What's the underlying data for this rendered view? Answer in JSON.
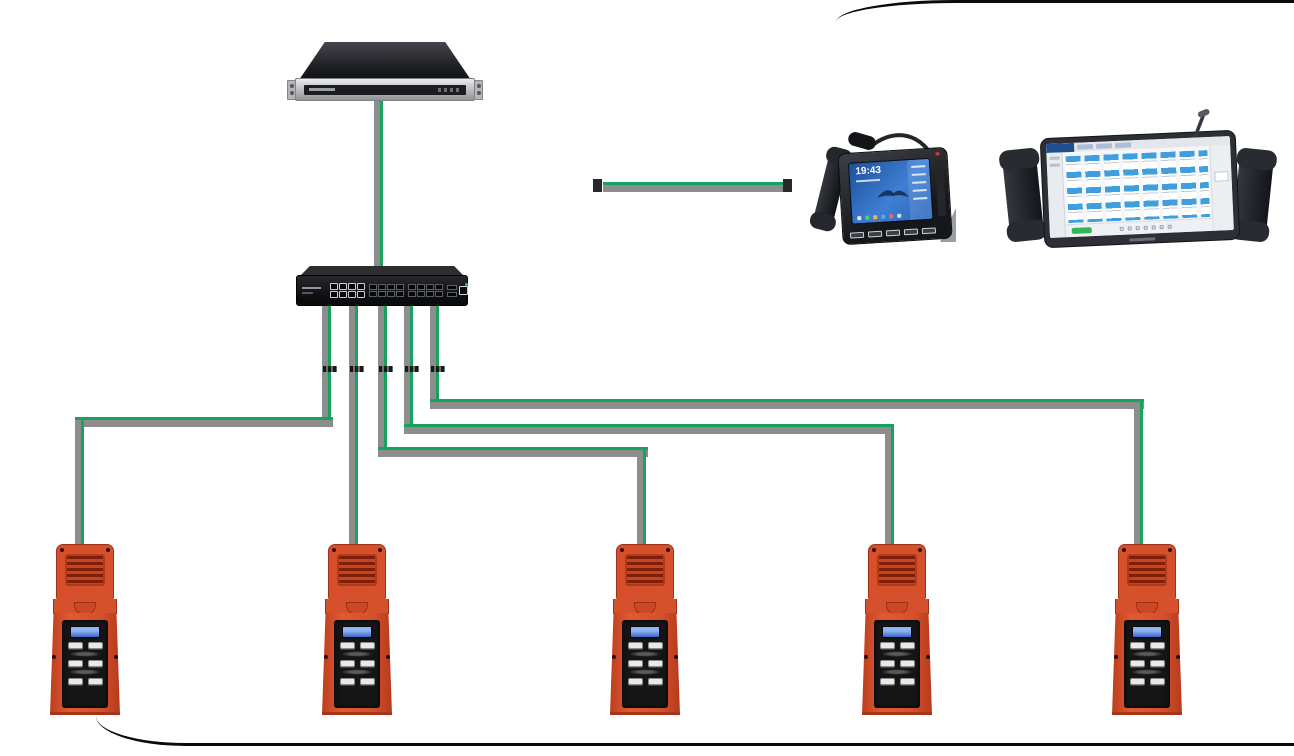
{
  "diagram": {
    "type": "network-topology",
    "background": "#ffffff",
    "palette": {
      "link_green": "#17a35d",
      "link_shadow_gray": "#8d8d8d",
      "terminal_red": "#d7502c",
      "device_dark": "#1a1b1f",
      "phone_screen_blue": "#2e6cc0",
      "console_key_blue": "#3e9ede"
    },
    "nodes": [
      {
        "id": "rack-server",
        "kind": "1u-rack-server"
      },
      {
        "id": "ethernet-switch",
        "kind": "rack-ethernet-switch"
      },
      {
        "id": "ip-phone",
        "kind": "gooseneck-desktop-ip-phone",
        "screen_time": "19:43"
      },
      {
        "id": "dispatch-console",
        "kind": "touchscreen-console-dual-handsets"
      },
      {
        "id": "terminal-1",
        "kind": "industrial-intercom-terminal"
      },
      {
        "id": "terminal-2",
        "kind": "industrial-intercom-terminal"
      },
      {
        "id": "terminal-3",
        "kind": "industrial-intercom-terminal"
      },
      {
        "id": "terminal-4",
        "kind": "industrial-intercom-terminal"
      },
      {
        "id": "terminal-5",
        "kind": "industrial-intercom-terminal"
      }
    ],
    "links": [
      {
        "from": "rack-server",
        "to": "ethernet-switch"
      },
      {
        "from": "ethernet-switch",
        "to": "terminal-1"
      },
      {
        "from": "ethernet-switch",
        "to": "terminal-2"
      },
      {
        "from": "ethernet-switch",
        "to": "terminal-3"
      },
      {
        "from": "ethernet-switch",
        "to": "terminal-4"
      },
      {
        "from": "ethernet-switch",
        "to": "terminal-5"
      },
      {
        "from": "lan",
        "to": "operator-phones"
      }
    ]
  }
}
